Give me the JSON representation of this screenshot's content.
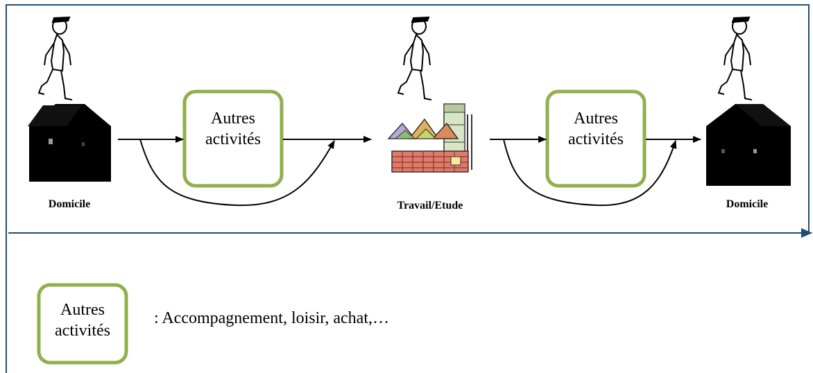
{
  "diagram": {
    "boxes": [
      {
        "label": "Autres activités"
      },
      {
        "label": "Autres activités"
      }
    ],
    "places": {
      "start": "Domicile",
      "middle": "Travail/Etude",
      "end": "Domicile"
    },
    "legend": {
      "box_label": "Autres activités",
      "description": ": Accompagnement, loisir, achat,…"
    },
    "colors": {
      "frame": "#1f4e79",
      "box_border": "#8fb04a",
      "arrow": "#000000"
    }
  }
}
